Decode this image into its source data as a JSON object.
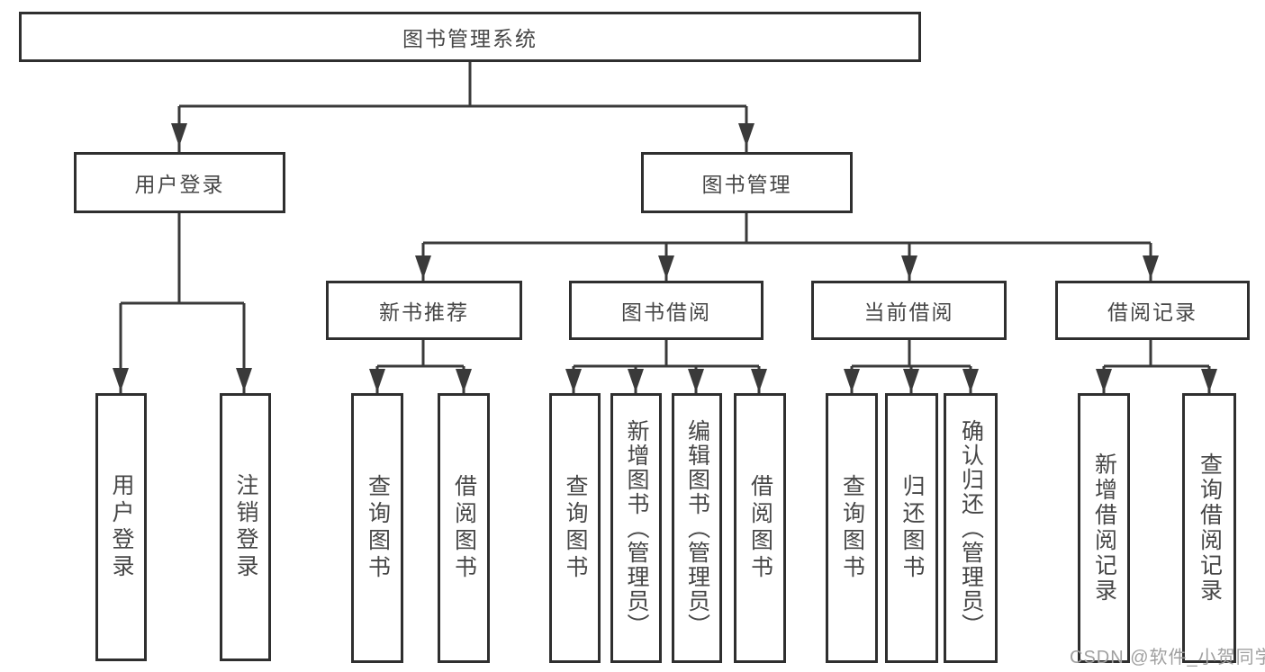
{
  "colors": {
    "line": "#3a3a3a",
    "border": "#2f2f2f",
    "text": "#474747",
    "background": "#ffffff",
    "watermark": "#a0a0a0"
  },
  "watermark": {
    "text": "CSDN @软件_小贺同学"
  },
  "nodes": {
    "root": {
      "label": "图书管理系统"
    },
    "user_login": {
      "label": "用户登录",
      "children": {
        "login": {
          "label": "用户登录"
        },
        "logout": {
          "label": "注销登录"
        }
      }
    },
    "book_mgmt": {
      "label": "图书管理",
      "children": {
        "new_books": {
          "label": "新书推荐",
          "children": {
            "query_books": {
              "label": "查询图书"
            },
            "borrow_books": {
              "label": "借阅图书"
            }
          }
        },
        "borrowing": {
          "label": "图书借阅",
          "children": {
            "query_books": {
              "label": "查询图书"
            },
            "add_books": {
              "label": "新增图书（管理员）"
            },
            "edit_books": {
              "label": "编辑图书（管理员）"
            },
            "borrow_books": {
              "label": "借阅图书"
            }
          }
        },
        "current": {
          "label": "当前借阅",
          "children": {
            "query_books": {
              "label": "查询图书"
            },
            "return_books": {
              "label": "归还图书"
            },
            "confirm_return": {
              "label": "确认归还（管理员）"
            }
          }
        },
        "records": {
          "label": "借阅记录",
          "children": {
            "add_record": {
              "label": "新增借阅记录"
            },
            "query_record": {
              "label": "查询借阅记录"
            }
          }
        }
      }
    }
  }
}
